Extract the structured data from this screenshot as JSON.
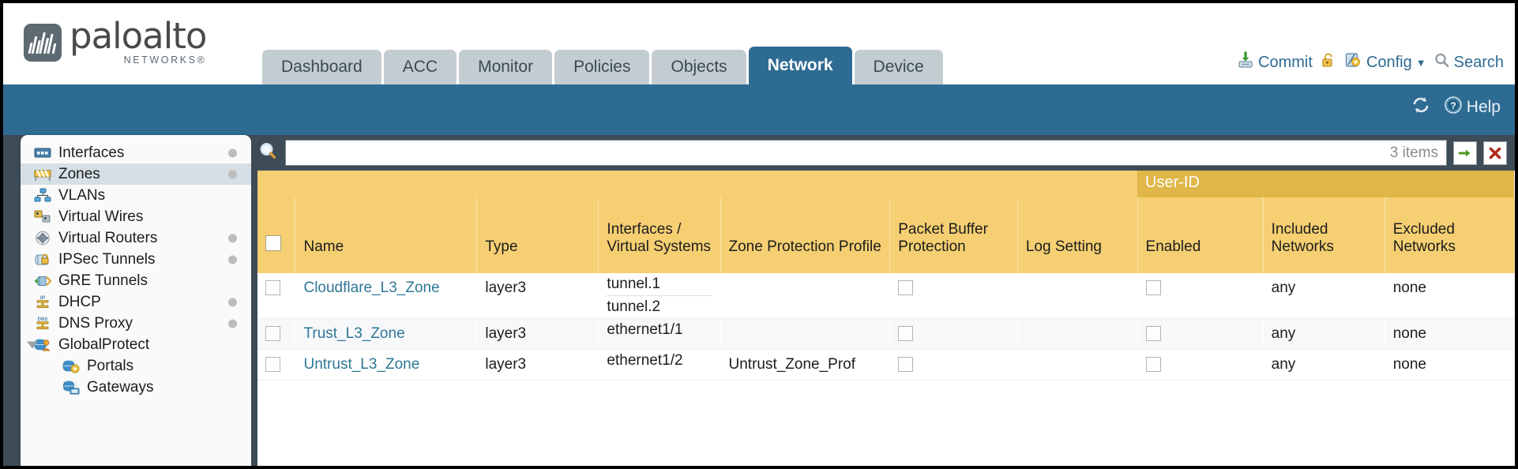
{
  "brand": {
    "name": "paloalto",
    "tagline": "NETWORKS®",
    "logo_icon": "paloalto-logo-icon"
  },
  "nav_tabs": [
    {
      "label": "Dashboard",
      "active": false
    },
    {
      "label": "ACC",
      "active": false
    },
    {
      "label": "Monitor",
      "active": false
    },
    {
      "label": "Policies",
      "active": false
    },
    {
      "label": "Objects",
      "active": false
    },
    {
      "label": "Network",
      "active": true
    },
    {
      "label": "Device",
      "active": false
    }
  ],
  "top_actions": {
    "commit": {
      "label": "Commit",
      "icon": "commit-save-icon"
    },
    "lock": {
      "label": "",
      "icon": "unlock-padlock-icon"
    },
    "config": {
      "label": "Config",
      "icon": "config-wrench-icon",
      "caret": "▼"
    },
    "search": {
      "label": "Search",
      "icon": "search-magnifier-icon"
    }
  },
  "subheader": {
    "refresh": {
      "label": "",
      "icon": "refresh-icon"
    },
    "help": {
      "label": "Help",
      "icon": "help-question-icon"
    }
  },
  "sidebar": {
    "items": [
      {
        "label": "Interfaces",
        "icon": "interfaces-icon",
        "dot": true,
        "selected": false,
        "child": false,
        "twisty": false
      },
      {
        "label": "Zones",
        "icon": "zones-icon",
        "dot": true,
        "selected": true,
        "child": false,
        "twisty": false
      },
      {
        "label": "VLANs",
        "icon": "vlans-icon",
        "dot": false,
        "selected": false,
        "child": false,
        "twisty": false
      },
      {
        "label": "Virtual Wires",
        "icon": "virtual-wires-icon",
        "dot": false,
        "selected": false,
        "child": false,
        "twisty": false
      },
      {
        "label": "Virtual Routers",
        "icon": "virtual-routers-icon",
        "dot": true,
        "selected": false,
        "child": false,
        "twisty": false
      },
      {
        "label": "IPSec Tunnels",
        "icon": "ipsec-tunnels-icon",
        "dot": true,
        "selected": false,
        "child": false,
        "twisty": false
      },
      {
        "label": "GRE Tunnels",
        "icon": "gre-tunnels-icon",
        "dot": false,
        "selected": false,
        "child": false,
        "twisty": false
      },
      {
        "label": "DHCP",
        "icon": "dhcp-icon",
        "dot": true,
        "selected": false,
        "child": false,
        "twisty": false
      },
      {
        "label": "DNS Proxy",
        "icon": "dns-proxy-icon",
        "dot": true,
        "selected": false,
        "child": false,
        "twisty": false
      },
      {
        "label": "GlobalProtect",
        "icon": "globalprotect-icon",
        "dot": false,
        "selected": false,
        "child": false,
        "twisty": true
      },
      {
        "label": "Portals",
        "icon": "portals-icon",
        "dot": false,
        "selected": false,
        "child": true,
        "twisty": false
      },
      {
        "label": "Gateways",
        "icon": "gateways-icon",
        "dot": false,
        "selected": false,
        "child": true,
        "twisty": false
      }
    ]
  },
  "search": {
    "value": "",
    "placeholder": "",
    "icon": "search-magnifier-icon",
    "item_count": "3 items",
    "apply_button": {
      "icon": "green-arrow-icon",
      "label": ""
    },
    "clear_button": {
      "icon": "red-x-icon",
      "label": ""
    }
  },
  "table": {
    "group_headers": [
      {
        "label": "User-ID",
        "span": 3
      }
    ],
    "columns": [
      "Name",
      "Type",
      "Interfaces / Virtual Systems",
      "Zone Protection Profile",
      "Packet Buffer Protection",
      "Log Setting",
      "Enabled",
      "Included Networks",
      "Excluded Networks"
    ],
    "rows": [
      {
        "name": "Cloudflare_L3_Zone",
        "type": "layer3",
        "interfaces": [
          "tunnel.1",
          "tunnel.2"
        ],
        "zone_protection_profile": "",
        "packet_buffer_protection": false,
        "log_setting": "",
        "userid_enabled": false,
        "included_networks": "any",
        "excluded_networks": "none"
      },
      {
        "name": "Trust_L3_Zone",
        "type": "layer3",
        "interfaces": [
          "ethernet1/1"
        ],
        "zone_protection_profile": "",
        "packet_buffer_protection": false,
        "log_setting": "",
        "userid_enabled": false,
        "included_networks": "any",
        "excluded_networks": "none"
      },
      {
        "name": "Untrust_L3_Zone",
        "type": "layer3",
        "interfaces": [
          "ethernet1/2"
        ],
        "zone_protection_profile": "Untrust_Zone_Prof",
        "packet_buffer_protection": false,
        "log_setting": "",
        "userid_enabled": false,
        "included_networks": "any",
        "excluded_networks": "none"
      }
    ]
  },
  "colors": {
    "brand_blue": "#2e6b93",
    "header_yellow": "#f5cf72",
    "group_yellow": "#e0b648",
    "body_slate": "#3d4c57",
    "link_blue": "#2e7796"
  }
}
